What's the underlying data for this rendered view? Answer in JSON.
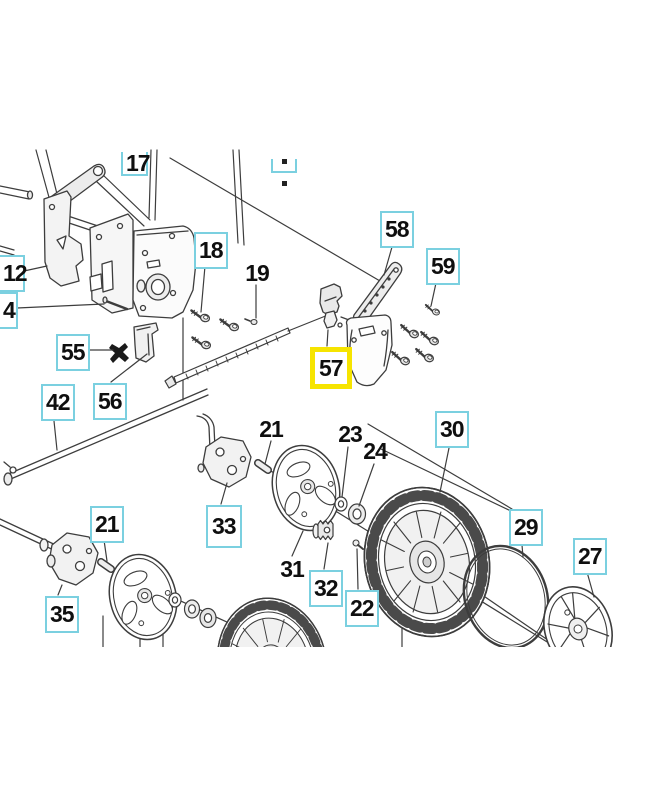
{
  "diagram": {
    "title": "exploded-parts-diagram",
    "selected_part": "57",
    "colors": {
      "background": "#ffffff",
      "label_box_border": "#7bd0e0",
      "highlight_box": "#f6e400",
      "line_art": "#3d3d3d",
      "label_text": "#0f0f0f"
    },
    "labels": [
      {
        "id": "17",
        "text": "17"
      },
      {
        "id": "top-right-cut",
        "text": ""
      },
      {
        "id": "12",
        "text": "12"
      },
      {
        "id": "4",
        "text": "4"
      },
      {
        "id": "18",
        "text": "18"
      },
      {
        "id": "19",
        "text": "19"
      },
      {
        "id": "55",
        "text": "55"
      },
      {
        "id": "56",
        "text": "56"
      },
      {
        "id": "42",
        "text": "42"
      },
      {
        "id": "57",
        "text": "57"
      },
      {
        "id": "58",
        "text": "58"
      },
      {
        "id": "59",
        "text": "59"
      },
      {
        "id": "21-upper",
        "text": "21"
      },
      {
        "id": "23",
        "text": "23"
      },
      {
        "id": "24",
        "text": "24"
      },
      {
        "id": "30",
        "text": "30"
      },
      {
        "id": "33",
        "text": "33"
      },
      {
        "id": "31",
        "text": "31"
      },
      {
        "id": "32",
        "text": "32"
      },
      {
        "id": "22",
        "text": "22"
      },
      {
        "id": "29",
        "text": "29"
      },
      {
        "id": "27",
        "text": "27"
      },
      {
        "id": "21-lower",
        "text": "21"
      },
      {
        "id": "35",
        "text": "35"
      }
    ]
  }
}
